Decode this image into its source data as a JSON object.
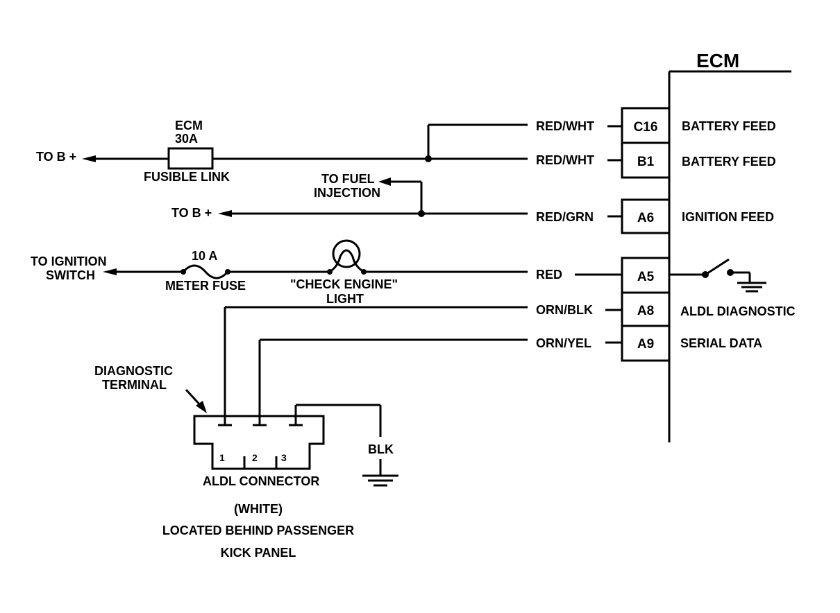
{
  "ecm": {
    "title": "ECM",
    "pins": [
      {
        "pin": "C16",
        "wire": "RED/WHT",
        "function": "BATTERY FEED"
      },
      {
        "pin": "B1",
        "wire": "RED/WHT",
        "function": "BATTERY FEED"
      },
      {
        "pin": "A6",
        "wire": "RED/GRN",
        "function": "IGNITION FEED"
      },
      {
        "pin": "A5",
        "wire": "RED",
        "function": ""
      },
      {
        "pin": "A8",
        "wire": "ORN/BLK",
        "function": "ALDL DIAGNOSTIC"
      },
      {
        "pin": "A9",
        "wire": "ORN/YEL",
        "function": "SERIAL DATA"
      }
    ]
  },
  "fusible_link": {
    "line1": "ECM",
    "line2": "30A",
    "label": "FUSIBLE LINK",
    "source": "TO B +"
  },
  "ignition_feed": {
    "source": "TO B +",
    "branch_line1": "TO FUEL",
    "branch_line2": "INJECTION"
  },
  "meter_fuse": {
    "rating": "10 A",
    "label": "METER FUSE",
    "source_line1": "TO IGNITION",
    "source_line2": "SWITCH"
  },
  "check_engine_light": {
    "line1": "\"CHECK ENGINE\"",
    "line2": "LIGHT"
  },
  "diagnostic_terminal": {
    "line1": "DIAGNOSTIC",
    "line2": "TERMINAL"
  },
  "aldl_connector": {
    "terminals": [
      "1",
      "2",
      "3"
    ],
    "ground_wire": "BLK",
    "name": "ALDL CONNECTOR",
    "color": "(WHITE)",
    "location_line1": "LOCATED BEHIND PASSENGER",
    "location_line2": "KICK PANEL"
  }
}
